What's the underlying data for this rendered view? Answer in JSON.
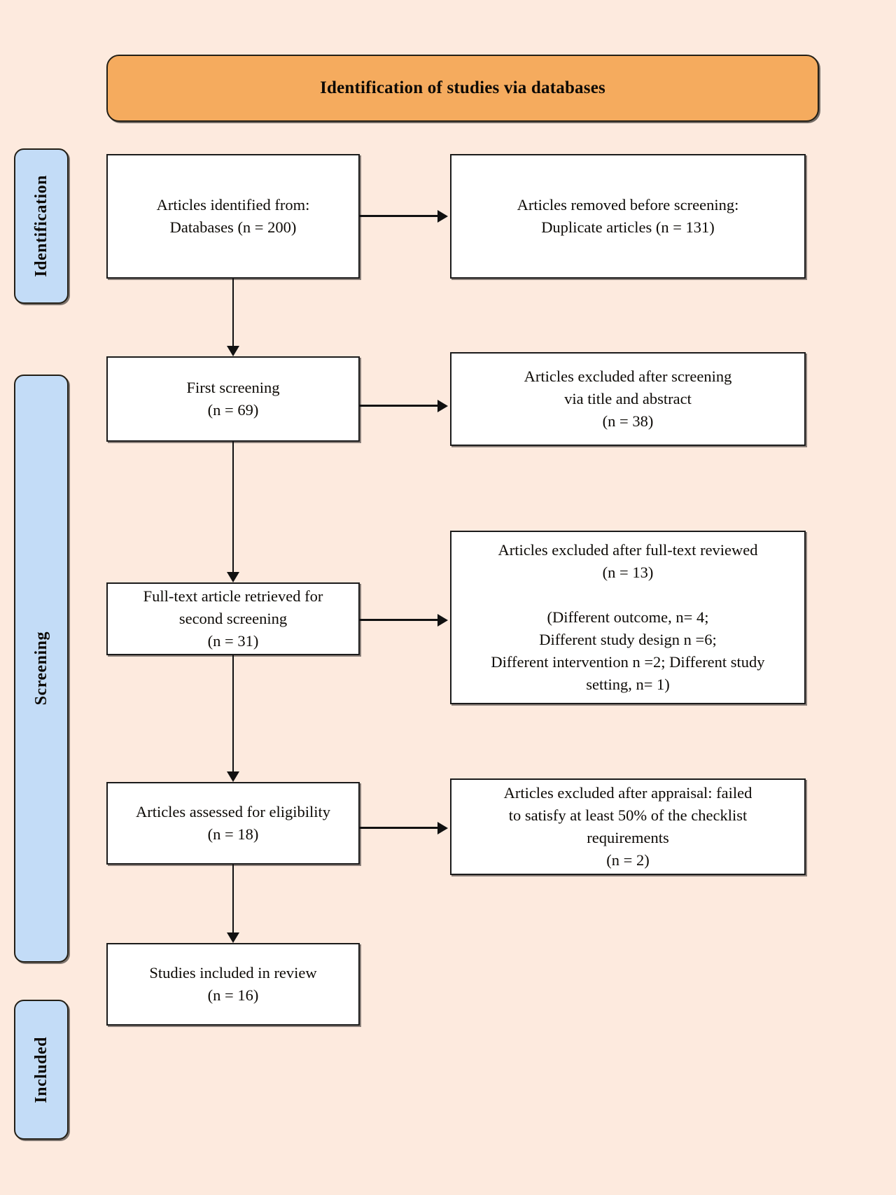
{
  "diagram": {
    "title": "Identification of studies via databases",
    "type": "prisma-flow-diagram",
    "colors": {
      "background": "#fdeade",
      "banner": "#f5ab5e",
      "stage_label": "#c3dcf7",
      "node": "#ffffff",
      "stroke": "#1b1b1b"
    }
  },
  "stages": [
    {
      "id": "identification",
      "label": "Identification"
    },
    {
      "id": "screening",
      "label": "Screening"
    },
    {
      "id": "included",
      "label": "Included"
    }
  ],
  "nodes": {
    "identified": "Articles identified from:\nDatabases (n = 200)",
    "removed": "Articles removed before screening:\nDuplicate articles (n = 131)",
    "first_screening": "First screening\n(n = 69)",
    "excluded_screening": "Articles excluded after screening\nvia title and abstract\n(n = 38)",
    "fulltext": "Full-text article retrieved for\nsecond screening\n(n = 31)",
    "excluded_fulltext": "Articles excluded after full-text reviewed\n(n = 13)\n\n(Different outcome, n= 4;\nDifferent study design n =6;\nDifferent intervention n =2; Different study\nsetting, n= 1)",
    "eligibility": "Articles assessed for eligibility\n(n = 18)",
    "excluded_appraisal": "Articles excluded after appraisal: failed\nto satisfy at least 50% of the checklist\nrequirements\n(n = 2)",
    "included": "Studies included in review\n(n = 16)"
  },
  "counts": {
    "databases_identified": 200,
    "duplicates_removed": 131,
    "first_screening": 69,
    "excluded_title_abstract": 38,
    "fulltext_retrieved": 31,
    "excluded_fulltext": 13,
    "excluded_different_outcome": 4,
    "excluded_different_study_design": 6,
    "excluded_different_intervention": 2,
    "excluded_different_study_setting": 1,
    "assessed_for_eligibility": 18,
    "excluded_appraisal": 2,
    "studies_included": 16
  }
}
